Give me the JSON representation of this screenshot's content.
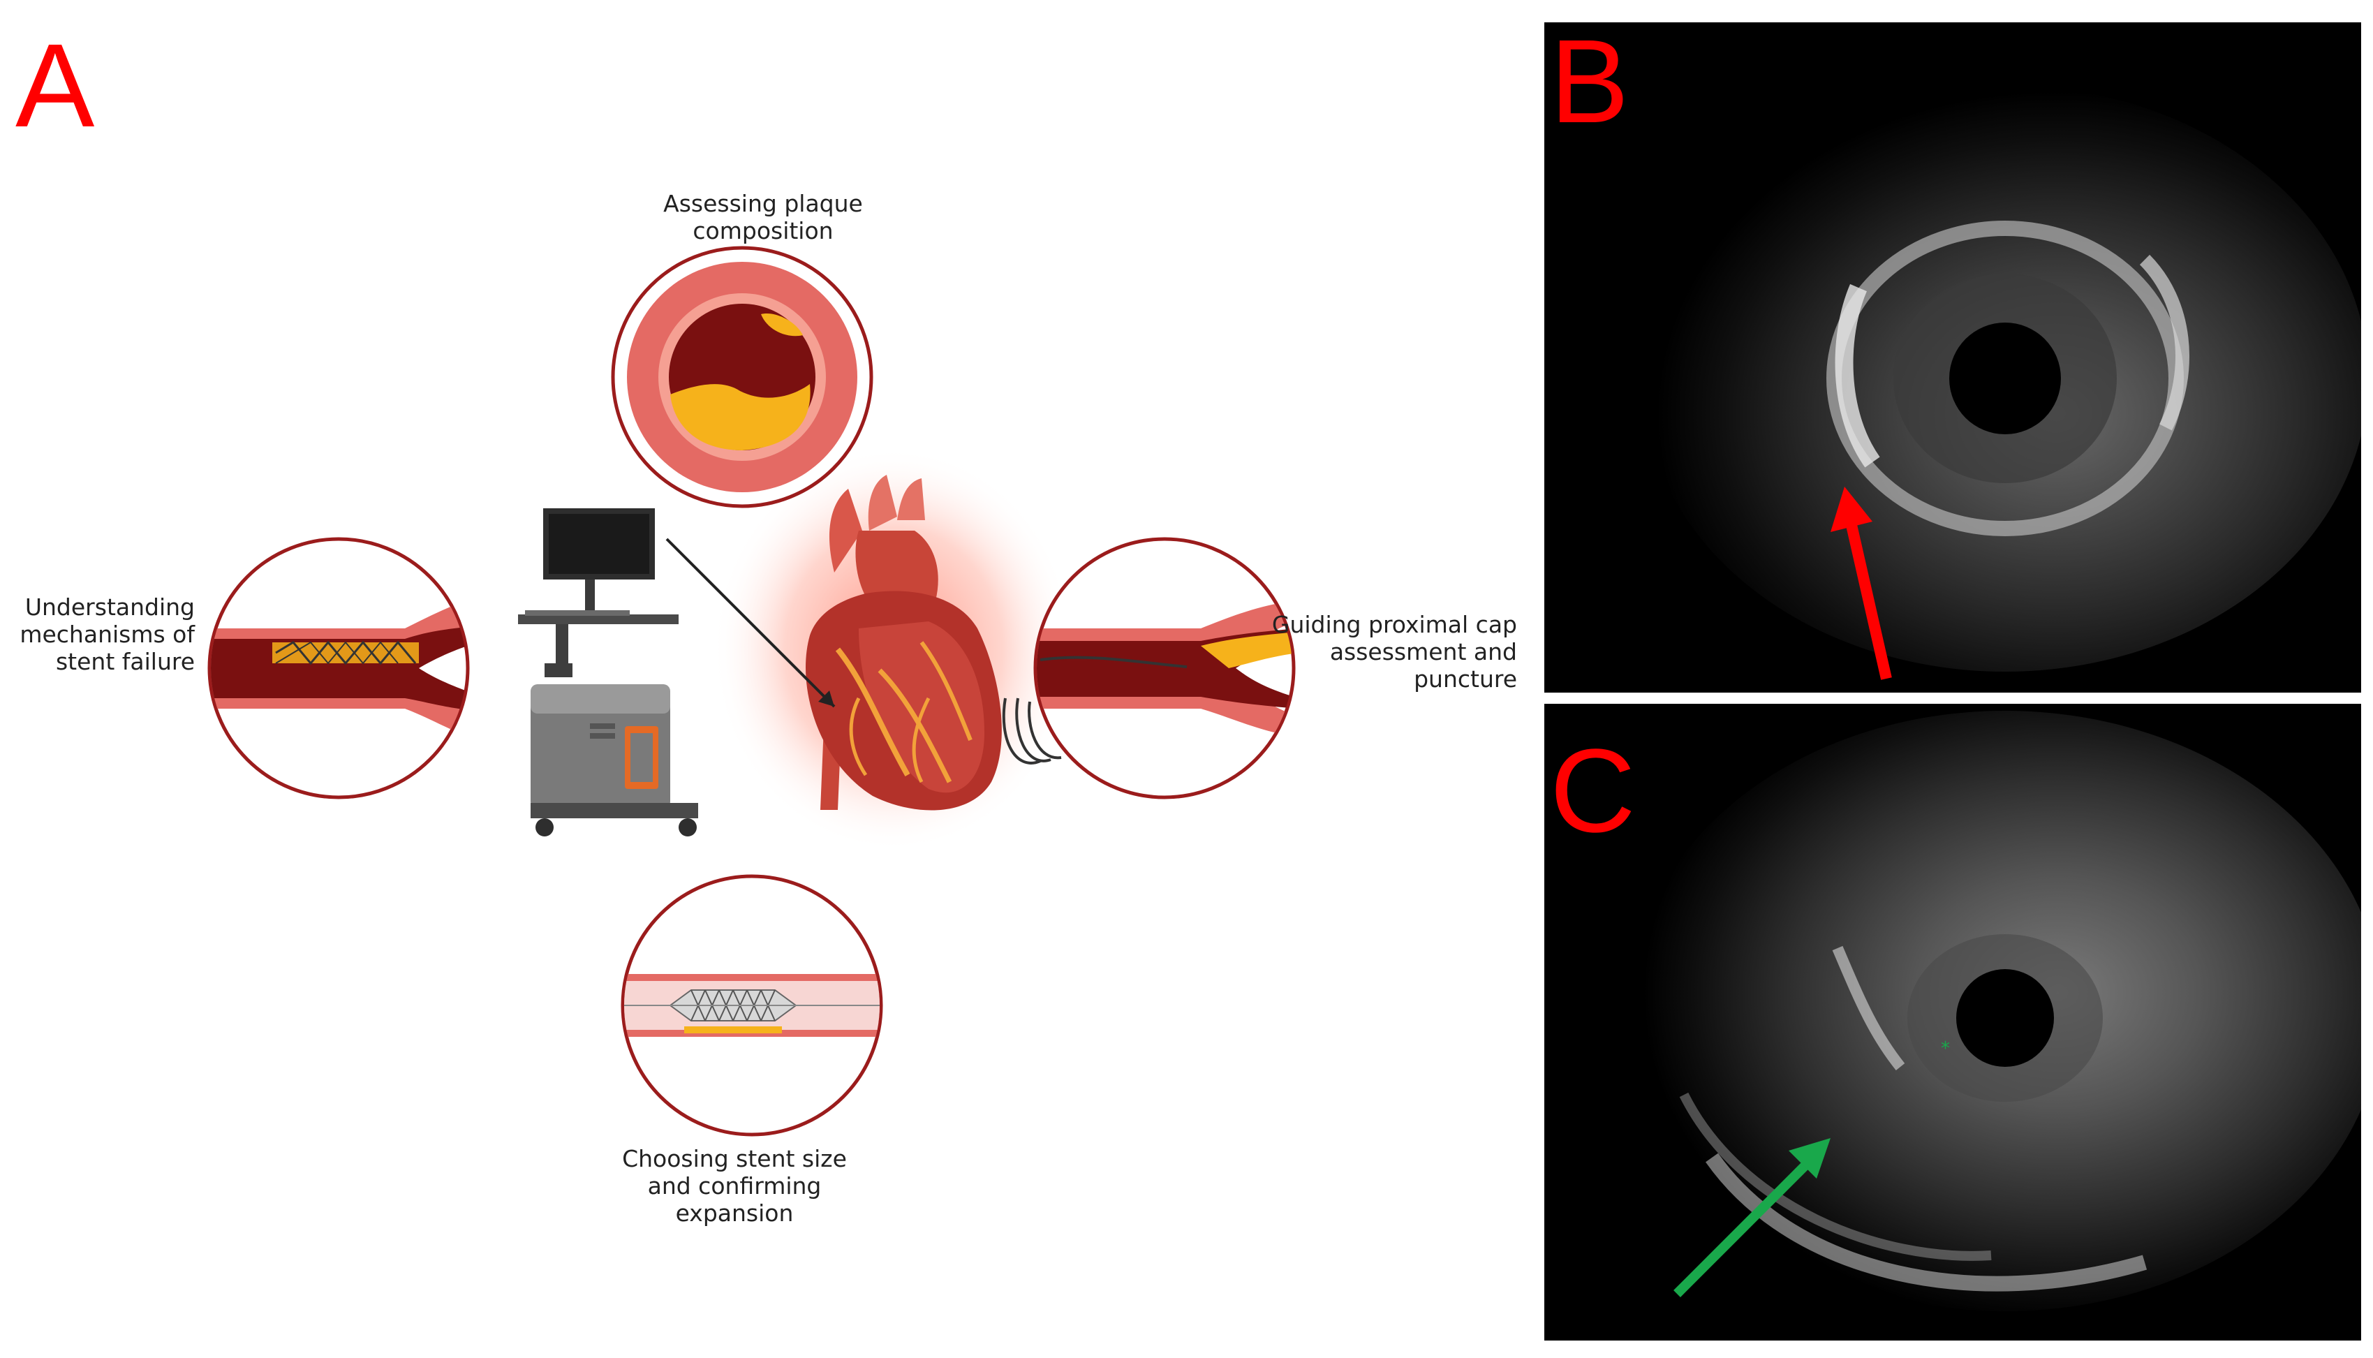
{
  "panels": {
    "a": {
      "letter": "A",
      "captions": {
        "plaque_line1": "Assessing plaque",
        "plaque_line2": "composition",
        "stent_failure_line1": "Understanding",
        "stent_failure_line2": "mechanisms of",
        "stent_failure_line3": "stent failure",
        "proximal_cap_line1": "Guiding proximal cap",
        "proximal_cap_line2": "assessment and",
        "proximal_cap_line3": "puncture",
        "stent_size_line1": "Choosing stent size",
        "stent_size_line2": "and confirming",
        "stent_size_line3": "expansion"
      }
    },
    "b": {
      "letter": "B"
    },
    "c": {
      "letter": "C"
    }
  },
  "colors": {
    "panel_letter": "#ff0000",
    "vessel_outline": "#9b1c1c",
    "vessel_wall": "#e46a64",
    "lumen": "#7a1010",
    "plaque": "#f6b21b",
    "arrow_b": "#ff0000",
    "arrow_c": "#19a84b"
  }
}
